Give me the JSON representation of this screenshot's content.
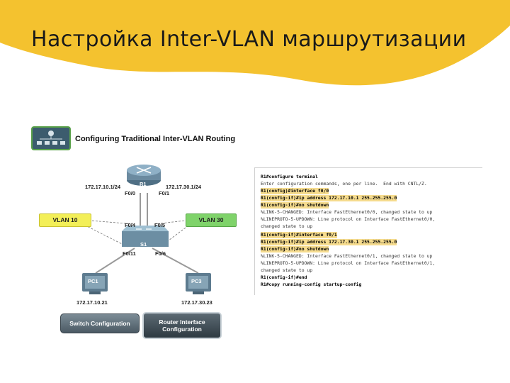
{
  "slide": {
    "title": "Настройка Inter-VLAN маршрутизации",
    "accent_color": "#f4c22f"
  },
  "header": {
    "label": "Configuring Traditional Inter-VLAN Routing",
    "icon": "network-topology-icon"
  },
  "topology": {
    "router": {
      "label": "R1",
      "left_ip": "172.17.10.1/24",
      "right_ip": "172.17.30.1/24",
      "left_port": "F0/0",
      "right_port": "F0/1"
    },
    "switch": {
      "label": "S1",
      "ports": {
        "top_left": "F0/4",
        "top_right": "F0/5",
        "bottom_left": "F0/11",
        "bottom_right": "F0/6"
      }
    },
    "vlans": [
      {
        "label": "VLAN 10",
        "color": "#f3ef58"
      },
      {
        "label": "VLAN 30",
        "color": "#7fd36a"
      }
    ],
    "pcs": [
      {
        "label": "PC1",
        "ip": "172.17.10.21"
      },
      {
        "label": "PC3",
        "ip": "172.17.30.23"
      }
    ]
  },
  "buttons": {
    "switch_config": "Switch Configuration",
    "router_config_line1": "Router Interface",
    "router_config_line2": "Configuration"
  },
  "cli": {
    "lines": [
      "R1#configure terminal",
      "Enter configuration commands, one per line.  End with CNTL/Z.",
      "R1(config)#interface f0/0",
      "R1(config-if)#ip address 172.17.10.1 255.255.255.0",
      "R1(config-if)#no shutdown",
      "%LINK-5-CHANGED: Interface FastEthernet0/0, changed state to up",
      "%LINEPROTO-5-UPDOWN: Line protocol on Interface FastEthernet0/0,",
      "changed state to up",
      "R1(config-if)#interface f0/1",
      "R1(config-if)#ip address 172.17.30.1 255.255.255.0",
      "R1(config-if)#no shutdown",
      "%LINK-5-CHANGED: Interface FastEthernet0/1, changed state to up",
      "%LINEPROTO-5-UPDOWN: Line protocol on Interface FastEthernet0/1,",
      "changed state to up",
      "R1(config-if)#end",
      "R1#copy running-config startup-config"
    ]
  }
}
